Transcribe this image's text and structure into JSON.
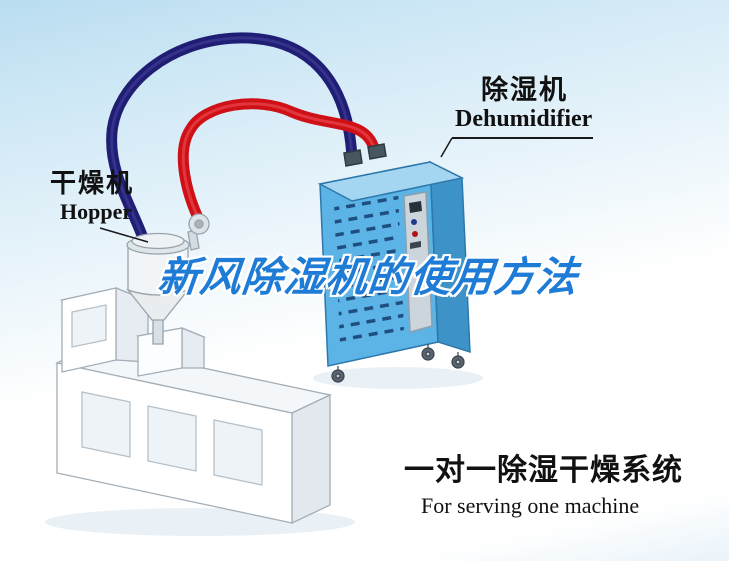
{
  "title": {
    "text": "新风除湿机的使用方法",
    "color": "#1e7bd6",
    "outline_color": "#ffffff"
  },
  "labels": {
    "dryer": {
      "cn": "干燥机",
      "en": "Hopper"
    },
    "dehumidifier": {
      "cn": "除湿机",
      "en": "Dehumidifier"
    },
    "system": {
      "cn": "一对一除湿干燥系统",
      "en": "For serving one machine"
    }
  },
  "diagram": {
    "pipes": [
      {
        "name": "return-air-pipe",
        "color": "#201e74"
      },
      {
        "name": "dry-air-pipe",
        "color": "#cf1016"
      }
    ],
    "machines": [
      {
        "name": "dehumidifier-unit",
        "front_color": "#5cb3e6",
        "side_color": "#3d93c7",
        "top_color": "#a4d6f1"
      },
      {
        "name": "hopper-dryer",
        "body_color": "#f2f5f7"
      },
      {
        "name": "extruder-machine",
        "body_color": "#ffffff"
      }
    ],
    "background": {
      "sky_color": "#b9ddf0",
      "base_color": "#ffffff"
    }
  }
}
